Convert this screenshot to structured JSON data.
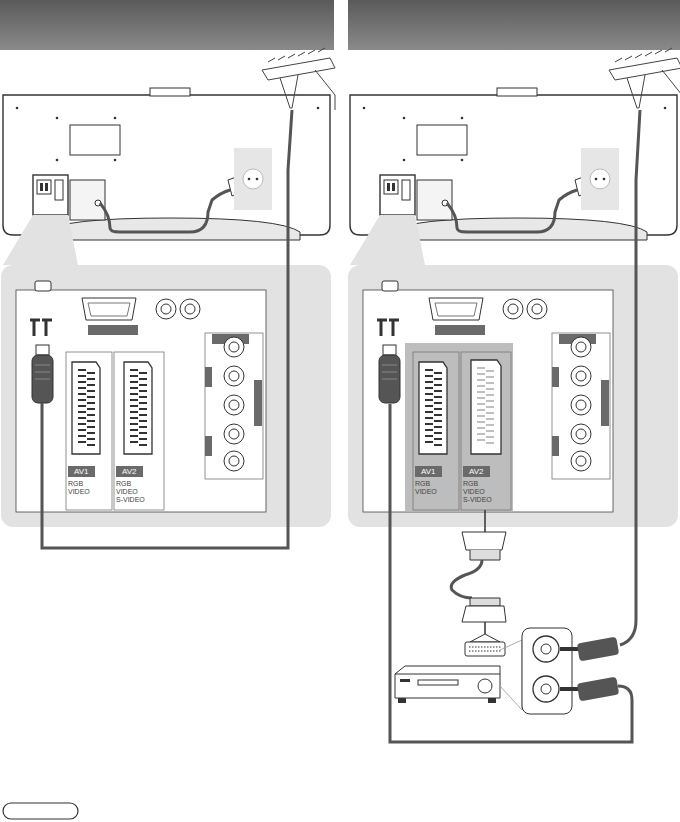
{
  "diagram": {
    "nodes": [
      {
        "text": [
          "AV1",
          "RGB VIDEO"
        ]
      },
      {
        "text": [
          "AV2",
          "RGB VIDEO S-VIDEO"
        ]
      },
      {
        "text": [
          "AV1",
          "RGB VIDEO"
        ]
      },
      {
        "text": [
          "AV2",
          "RGB VIDEO S-VIDEO"
        ]
      }
    ]
  }
}
